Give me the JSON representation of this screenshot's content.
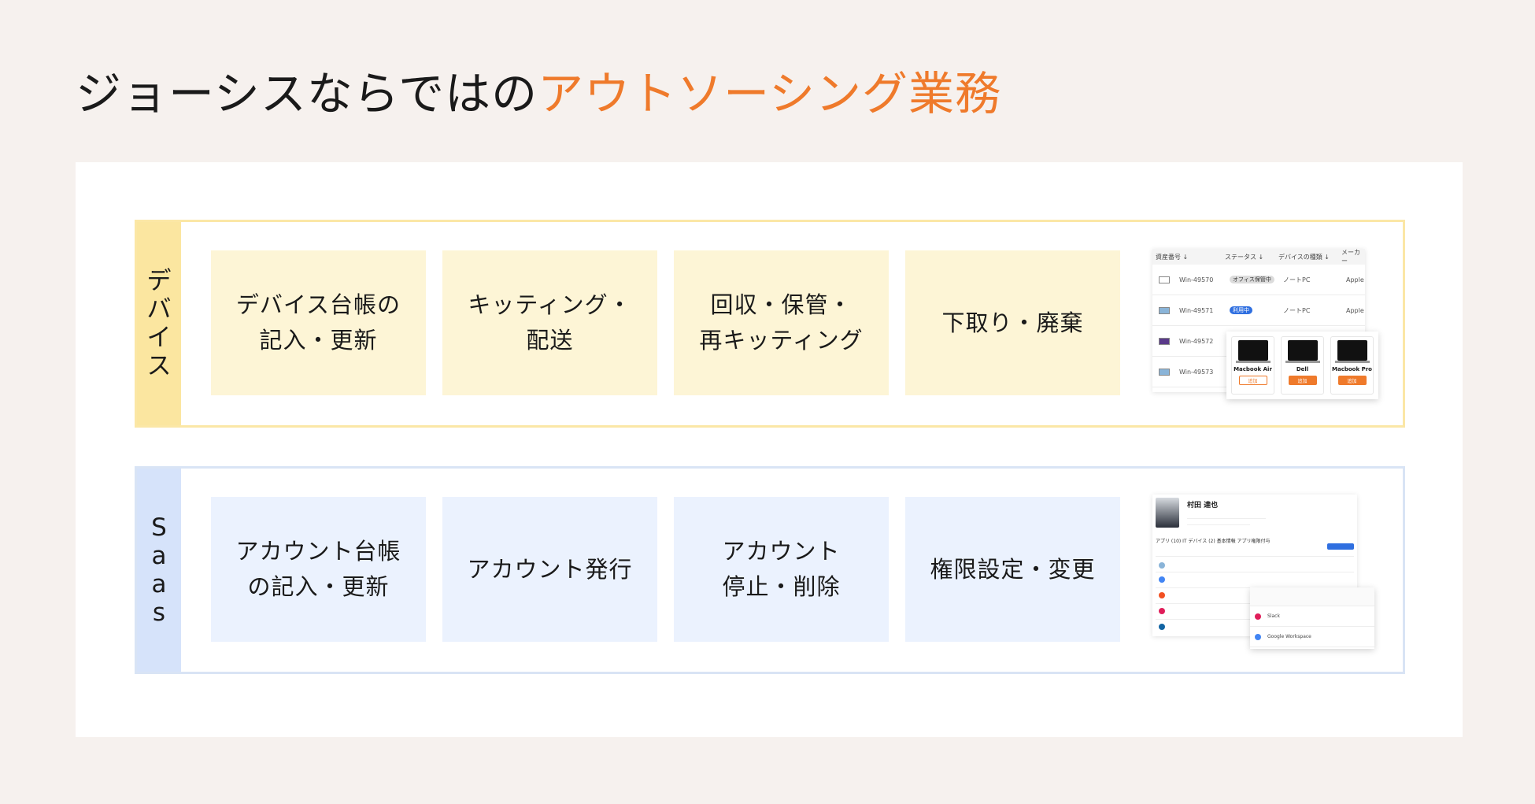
{
  "title": {
    "prefix": "ジョーシスならではの",
    "accent": "アウトソーシング業務"
  },
  "colors": {
    "accent": "#ef7a2b",
    "device_band": "#fbe6a0",
    "device_tile": "#fdf5d6",
    "saas_band": "#d6e3fa",
    "saas_tile": "#ebf2fe",
    "status_blue": "#2f6fe0"
  },
  "rows": [
    {
      "label_chars": [
        "デ",
        "バ",
        "イ",
        "ス"
      ],
      "tiles": [
        "デバイス台帳の\n記入・更新",
        "キッティング・\n配送",
        "回収・保管・\n再キッティング",
        "下取り・廃棄"
      ]
    },
    {
      "label_chars": [
        "S",
        "a",
        "a",
        "s"
      ],
      "tiles": [
        "アカウント台帳\nの記入・更新",
        "アカウント発行",
        "アカウント\n停止・削除",
        "権限設定・変更"
      ]
    }
  ],
  "device_mock": {
    "headers": [
      "資産番号 ↓",
      "ステータス ↓",
      "デバイスの種類 ↓",
      "メーカー"
    ],
    "assets": [
      {
        "id": "Win-49570",
        "status": "オフィス保管中",
        "type": "ノートPC",
        "maker": "Apple"
      },
      {
        "id": "Win-49571",
        "status": "利用中",
        "type": "ノートPC",
        "maker": "Apple"
      },
      {
        "id": "Win-49572"
      },
      {
        "id": "Win-49573"
      }
    ],
    "laptops": [
      {
        "name": "Macbook Air",
        "button": "追加"
      },
      {
        "name": "Dell",
        "button": "追加"
      },
      {
        "name": "Macbook Pro",
        "button": "追加"
      }
    ]
  },
  "saas_mock": {
    "user_name": "村田 達也",
    "tabs": "アプリ (10)   IT デバイス (2)   基本情報   アプリ権限付与",
    "apps": [
      "Slack",
      "Google Workspace"
    ]
  }
}
